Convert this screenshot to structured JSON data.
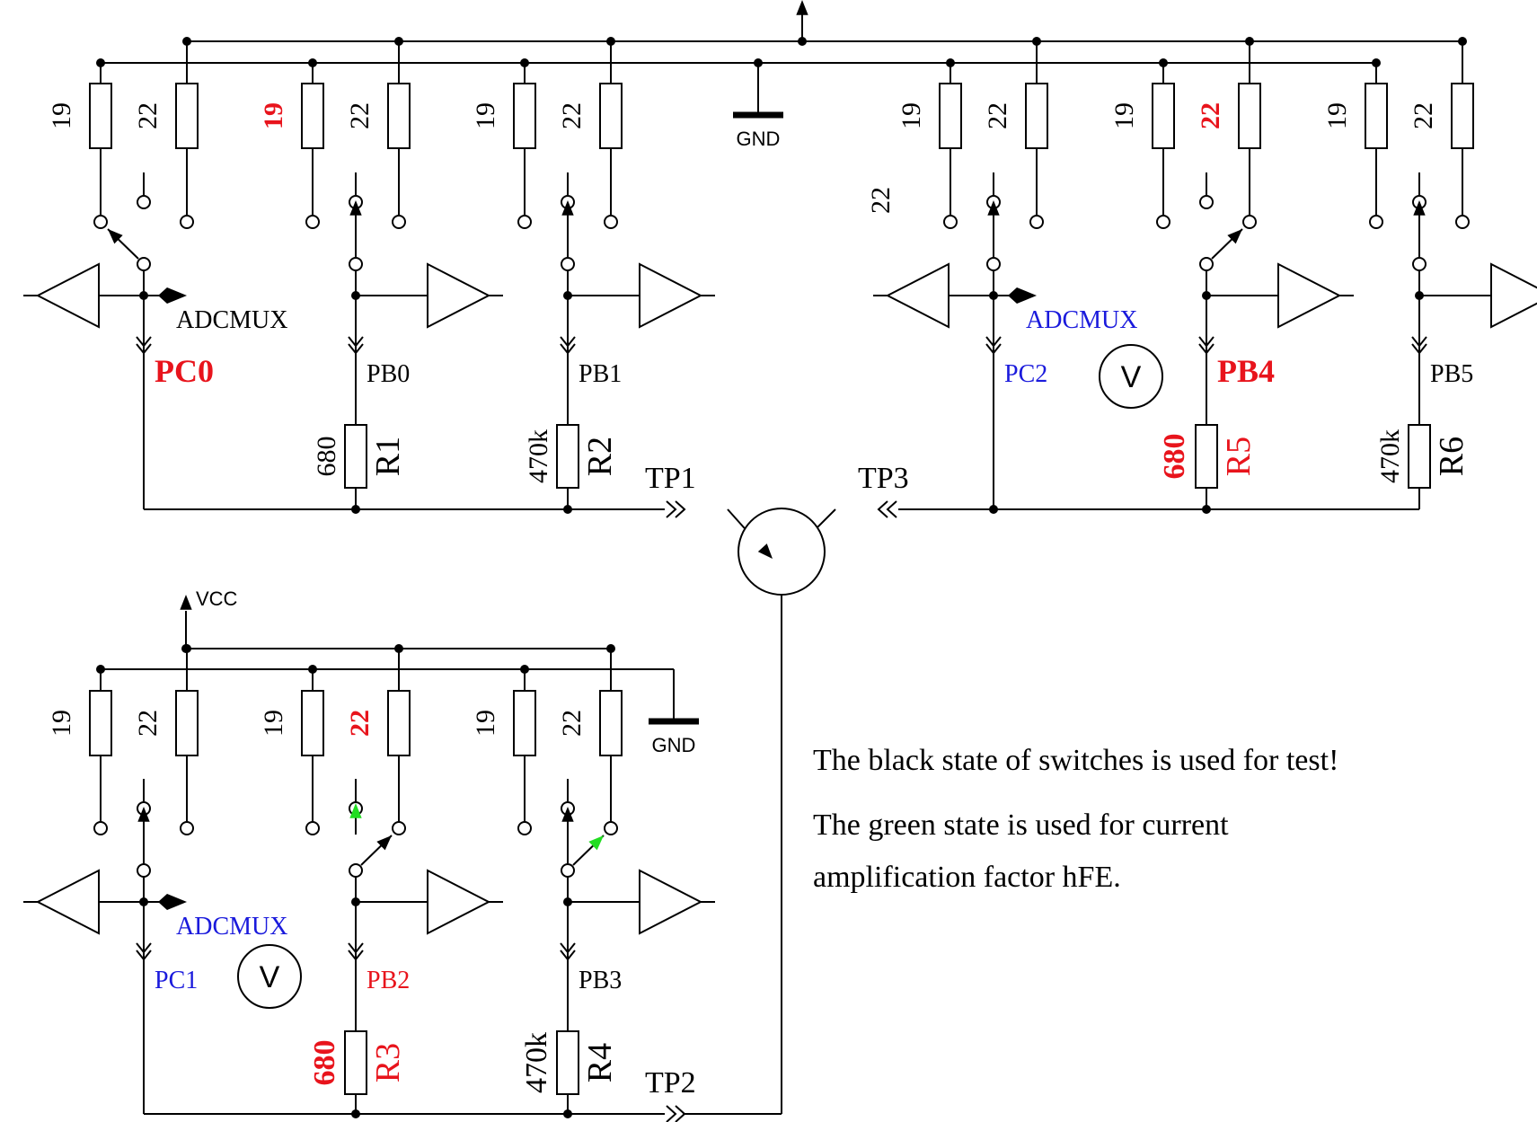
{
  "colors": {
    "black": "#000000",
    "red": "#e8141c",
    "blue": "#1a1adc",
    "green": "#22dd22"
  },
  "power": {
    "vcc": "VCC",
    "gnd": "GND"
  },
  "resistor_values": {
    "r19": "19",
    "r22": "22",
    "r680": "680",
    "r470k": "470k"
  },
  "top_left": {
    "ports": [
      {
        "label": "PC0",
        "color": "red",
        "bold": true
      },
      {
        "label": "PB0",
        "color": "black",
        "bold": false
      },
      {
        "label": "PB1",
        "color": "black",
        "bold": false
      }
    ],
    "pullups": [
      {
        "v19": "19",
        "v19_bold": false,
        "v22": "22",
        "v22_bold": false
      },
      {
        "v19": "19",
        "v19_bold": true,
        "v22": "22",
        "v22_bold": false
      },
      {
        "v19": "19",
        "v19_bold": false,
        "v22": "22",
        "v22_bold": false
      }
    ],
    "adcmux": {
      "label": "ADCMUX",
      "color": "black"
    },
    "r1": {
      "name": "R1",
      "value": "680",
      "color": "black"
    },
    "r2": {
      "name": "R2",
      "value": "470k",
      "color": "black"
    }
  },
  "top_right": {
    "ports": [
      {
        "label": "PC2",
        "color": "blue",
        "bold": false
      },
      {
        "label": "PB4",
        "color": "red",
        "bold": true
      },
      {
        "label": "PB5",
        "color": "black",
        "bold": false
      }
    ],
    "pullups": [
      {
        "v19": "19",
        "v19_bold": false,
        "v22": "22",
        "v22_bold": false
      },
      {
        "v19": "19",
        "v19_bold": false,
        "v22": "22",
        "v22_bold": true
      },
      {
        "v19": "19",
        "v19_bold": false,
        "v22": "22",
        "v22_bold": false
      }
    ],
    "adcmux": {
      "label": "ADCMUX",
      "color": "blue"
    },
    "r5": {
      "name": "R5",
      "value": "680",
      "color": "red"
    },
    "r6": {
      "name": "R6",
      "value": "470k",
      "color": "black"
    },
    "voltmeter": "V"
  },
  "bottom": {
    "ports": [
      {
        "label": "PC1",
        "color": "blue",
        "bold": false
      },
      {
        "label": "PB2",
        "color": "red",
        "bold": false
      },
      {
        "label": "PB3",
        "color": "black",
        "bold": false
      }
    ],
    "pullups": [
      {
        "v19": "19",
        "v19_bold": false,
        "v22": "22",
        "v22_bold": false
      },
      {
        "v19": "19",
        "v19_bold": false,
        "v22": "22",
        "v22_bold": true
      },
      {
        "v19": "19",
        "v19_bold": false,
        "v22": "22",
        "v22_bold": false
      }
    ],
    "adcmux": {
      "label": "ADCMUX",
      "color": "blue"
    },
    "r3": {
      "name": "R3",
      "value": "680",
      "color": "red"
    },
    "r4": {
      "name": "R4",
      "value": "470k",
      "color": "black"
    },
    "voltmeter": "V"
  },
  "test_points": {
    "tp1": "TP1",
    "tp2": "TP2",
    "tp3": "TP3"
  },
  "notes": {
    "line1": "The black state of switches is used for test!",
    "line2": "The green state is used for current",
    "line3": "amplification factor hFE."
  }
}
